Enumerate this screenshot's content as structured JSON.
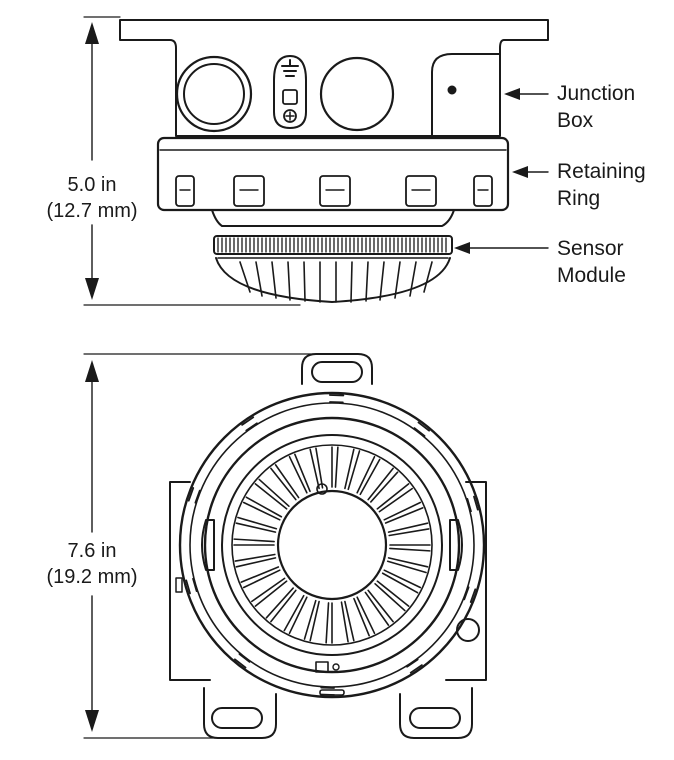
{
  "side_view": {
    "height_dimension": {
      "value": "5.0 in",
      "metric": "(12.7 mm)"
    },
    "callouts": [
      {
        "line1": "Junction",
        "line2": "Box"
      },
      {
        "line1": "Retaining",
        "line2": "Ring"
      },
      {
        "line1": "Sensor",
        "line2": "Module"
      }
    ]
  },
  "bottom_view": {
    "height_dimension": {
      "value": "7.6 in",
      "metric": "(19.2 mm)"
    }
  }
}
